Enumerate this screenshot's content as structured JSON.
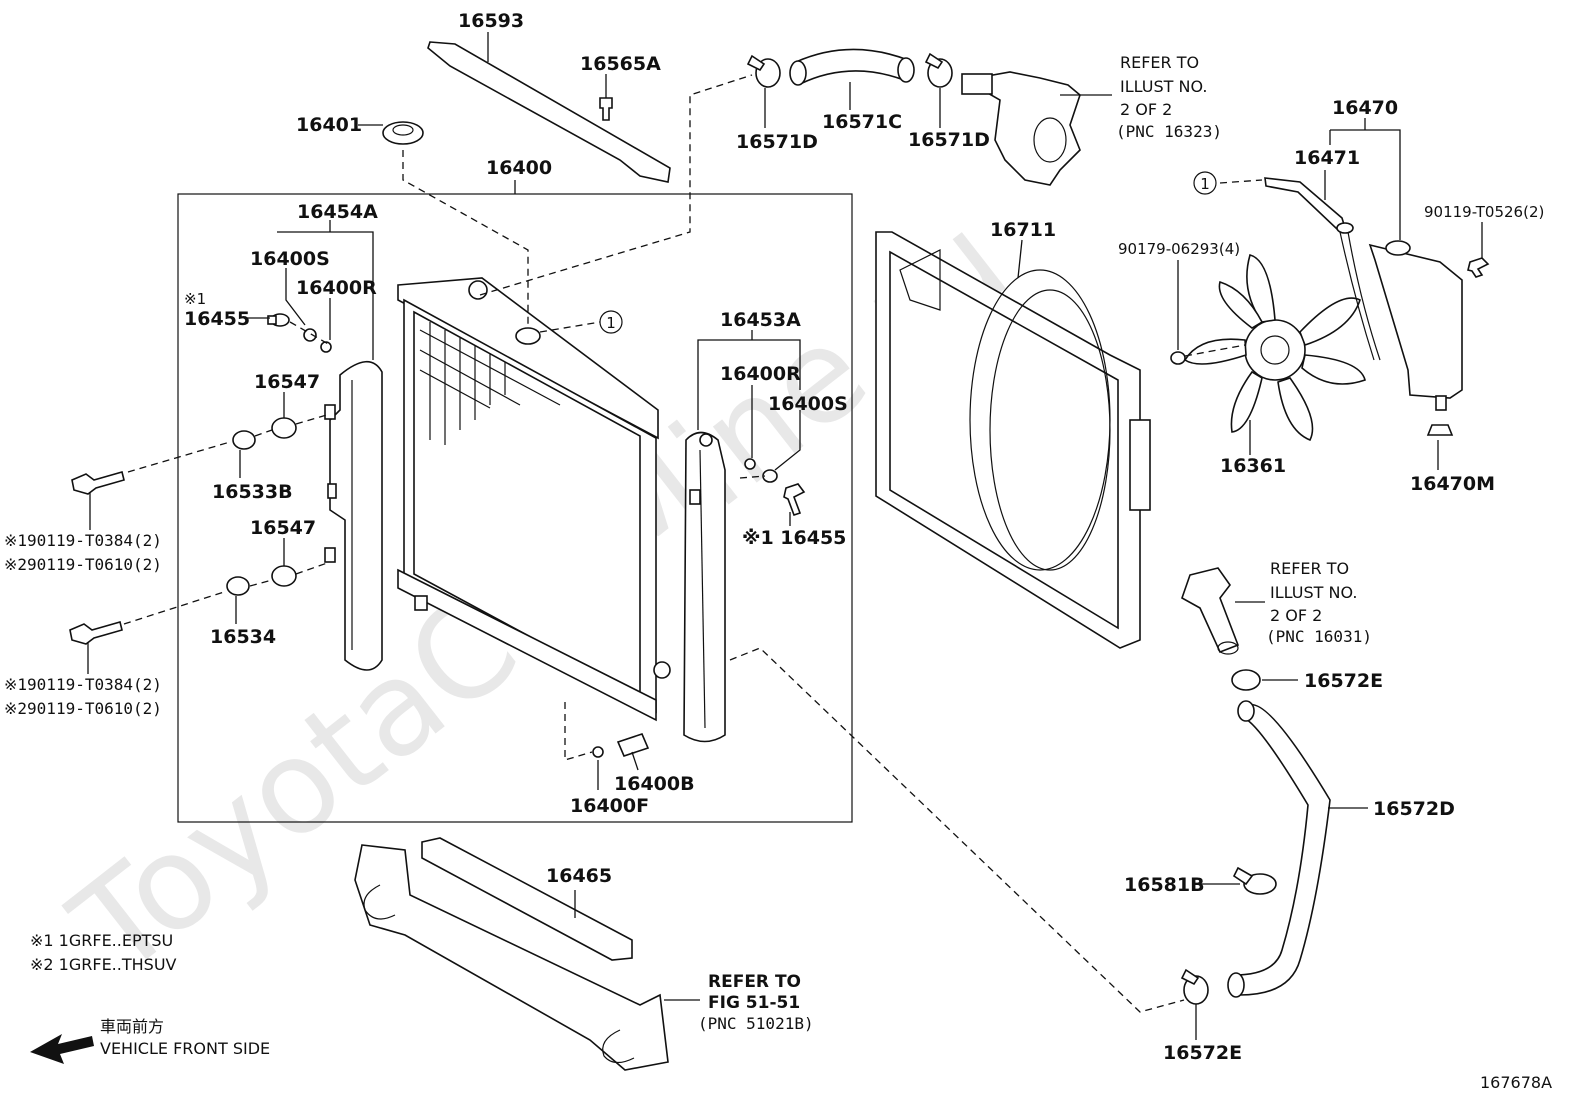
{
  "watermark": "ToyotaCarMine.ru",
  "drawing_id": "167678A",
  "legend": {
    "note1": "※1 1GRFE..EPTSU",
    "note2": "※2 1GRFE..THSUV"
  },
  "direction": {
    "jp": "車両前方",
    "en": "VEHICLE FRONT SIDE"
  },
  "circle_ref": "1",
  "refs": {
    "thermostat": [
      "REFER TO",
      "ILLUST NO.",
      "2 OF 2",
      "(PNC 16323)"
    ],
    "outlet": [
      "REFER TO",
      "ILLUST NO.",
      "2 OF 2",
      "(PNC 16031)"
    ],
    "support": [
      "REFER TO",
      "FIG 51-51",
      "(PNC 51021B)"
    ]
  },
  "labels": {
    "p16593": "16593",
    "p16565A": "16565A",
    "p16401": "16401",
    "p16400": "16400",
    "p16454A": "16454A",
    "p16400S_l": "16400S",
    "p16400R_l": "16400R",
    "p16455_mark_l": "※1",
    "p16455_l": "16455",
    "p16547_a": "16547",
    "p16533B": "16533B",
    "p16547_b": "16547",
    "p16534": "16534",
    "bolt_a1": "※190119-T0384(2)",
    "bolt_a2": "※290119-T0610(2)",
    "bolt_b1": "※190119-T0384(2)",
    "bolt_b2": "※290119-T0610(2)",
    "p16453A": "16453A",
    "p16400R_r": "16400R",
    "p16400S_r": "16400S",
    "p16455_r": "※1 16455",
    "p16400B": "16400B",
    "p16400F": "16400F",
    "p16465": "16465",
    "p16571D_a": "16571D",
    "p16571C": "16571C",
    "p16571D_b": "16571D",
    "p16711": "16711",
    "p16470": "16470",
    "p16471": "16471",
    "p90119": "90119-T0526(2)",
    "p90179": "90179-06293(4)",
    "p16361": "16361",
    "p16470M": "16470M",
    "p16572E_a": "16572E",
    "p16572D": "16572D",
    "p16581B": "16581B",
    "p16572E_b": "16572E"
  }
}
